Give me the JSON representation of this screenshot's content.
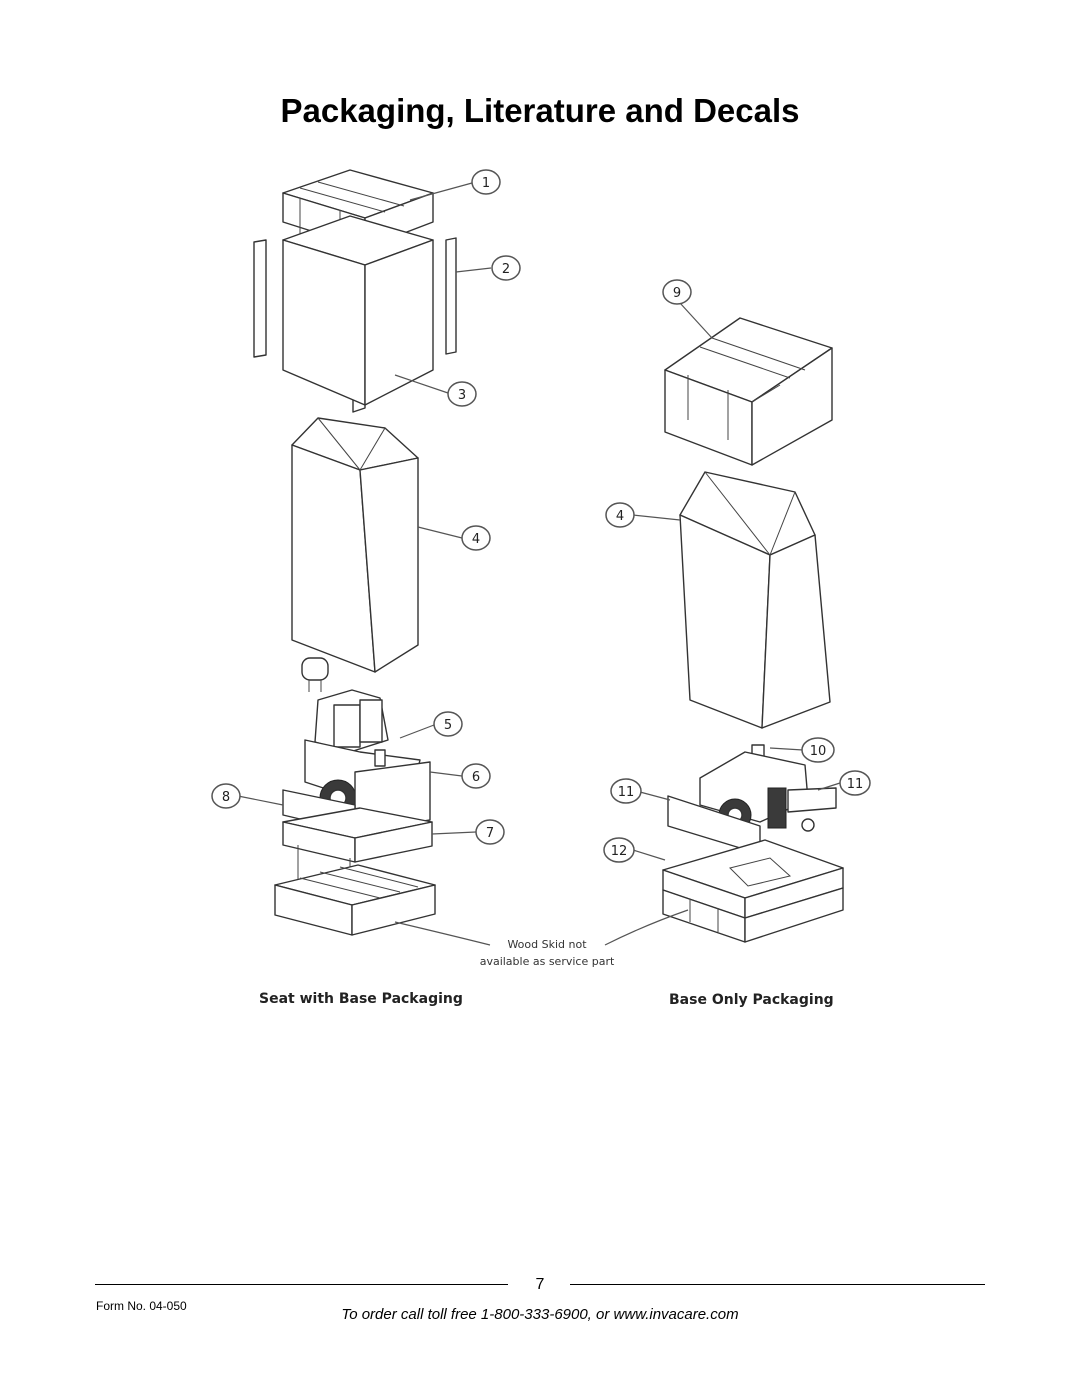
{
  "page": {
    "title": "Packaging, Literature and Decals",
    "page_number": "7",
    "form_number": "Form No.  04-050",
    "order_line": "To order call toll free 1-800-333-6900, or www.invacare.com"
  },
  "diagram": {
    "left_caption": "Seat with Base Packaging",
    "right_caption": "Base Only Packaging",
    "note": [
      "Wood Skid not",
      "available as service part"
    ],
    "callouts": [
      "1",
      "2",
      "3",
      "4",
      "5",
      "6",
      "7",
      "8",
      "9",
      "4",
      "10",
      "11",
      "11",
      "12"
    ]
  }
}
